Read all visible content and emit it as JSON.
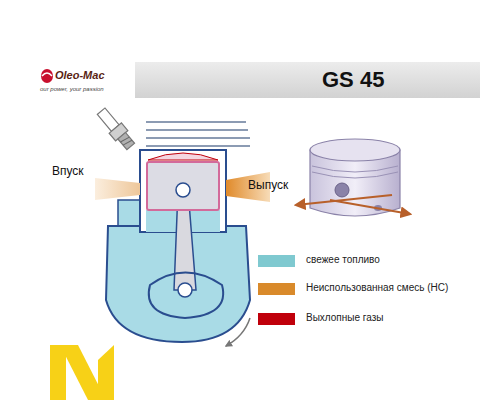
{
  "diagram": {
    "title": "GS 45",
    "labels": [
      "Oleo-Mac",
      "our power, your passion",
      "Впуск",
      "Выпуск"
    ],
    "legend": [
      {
        "text": "свежее топливо",
        "color": "#7fc9d0"
      },
      {
        "text": "Неиспользованная смесь (HC)",
        "color": "#d98a2b"
      },
      {
        "text": "Выхлопные газы",
        "color": "#c0000b"
      }
    ]
  }
}
